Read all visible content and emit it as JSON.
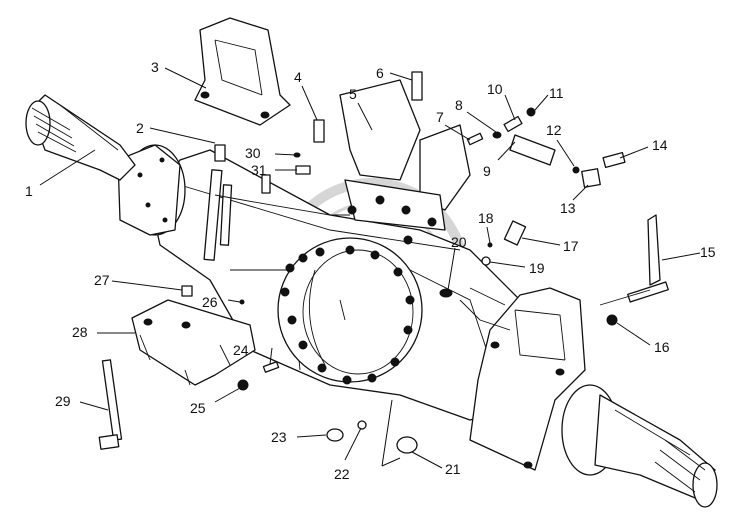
{
  "diagram": {
    "callouts": [
      {
        "id": "1",
        "text": "1"
      },
      {
        "id": "2",
        "text": "2"
      },
      {
        "id": "3",
        "text": "3"
      },
      {
        "id": "4",
        "text": "4"
      },
      {
        "id": "5",
        "text": "5"
      },
      {
        "id": "6",
        "text": "6"
      },
      {
        "id": "7",
        "text": "7"
      },
      {
        "id": "8",
        "text": "8"
      },
      {
        "id": "9",
        "text": "9"
      },
      {
        "id": "10",
        "text": "10"
      },
      {
        "id": "11",
        "text": "11"
      },
      {
        "id": "12",
        "text": "12"
      },
      {
        "id": "13",
        "text": "13"
      },
      {
        "id": "14",
        "text": "14"
      },
      {
        "id": "15",
        "text": "15"
      },
      {
        "id": "16",
        "text": "16"
      },
      {
        "id": "17",
        "text": "17"
      },
      {
        "id": "18",
        "text": "18"
      },
      {
        "id": "19",
        "text": "19"
      },
      {
        "id": "20",
        "text": "20"
      },
      {
        "id": "21",
        "text": "21"
      },
      {
        "id": "22",
        "text": "22"
      },
      {
        "id": "23",
        "text": "23"
      },
      {
        "id": "24",
        "text": "24"
      },
      {
        "id": "25",
        "text": "25"
      },
      {
        "id": "26",
        "text": "26"
      },
      {
        "id": "27",
        "text": "27"
      },
      {
        "id": "28",
        "text": "28"
      },
      {
        "id": "29",
        "text": "29"
      },
      {
        "id": "30",
        "text": "30"
      },
      {
        "id": "31",
        "text": "31"
      }
    ]
  }
}
